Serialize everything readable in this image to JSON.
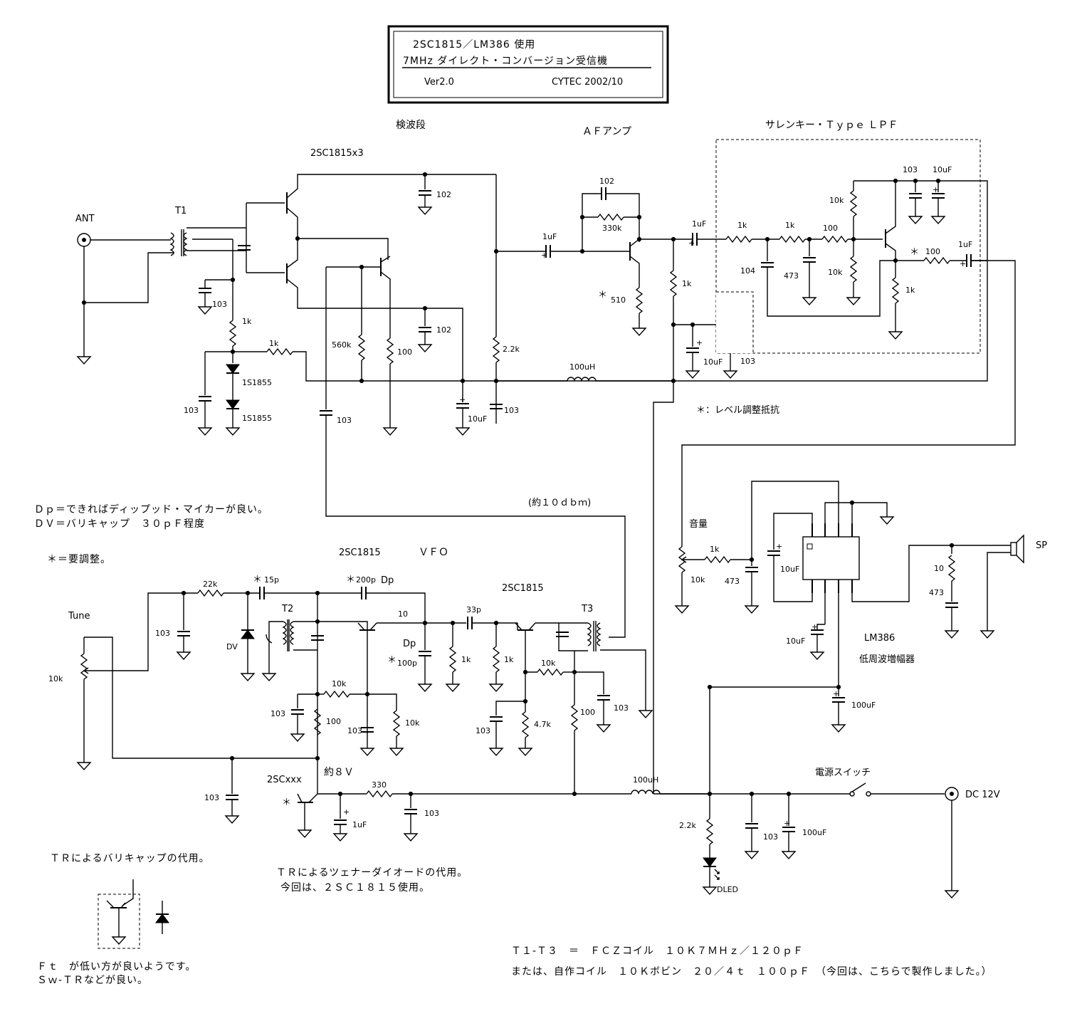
{
  "title_box": {
    "line1": "2SC1815／LM386 使用",
    "line2": "7MHz ダイレクト・コンバージョン受信機",
    "version": "Ver2.0",
    "author_date": "CYTEC  2002/10"
  },
  "sections": {
    "detector": "検波段",
    "detector_tr": "2SC1815x3",
    "af_amp": "ＡＦアンプ",
    "lpf": "サレンキー・Ｔｙｐｅ ＬＰＦ",
    "vfo": "ＶＦＯ",
    "vfo_tr": "2SC1815",
    "buffer_tr": "2SC1815",
    "lm386": "LM386",
    "lm386_desc": "低周波増幅器"
  },
  "labels": {
    "ant": "ANT",
    "t1": "T1",
    "t2": "T2",
    "t3": "T3",
    "tune": "Tune",
    "volume": "音量",
    "sp": "SP",
    "dc": "DC 12V",
    "power_switch": "電源スイッチ",
    "approx_8v": "約８Ｖ",
    "approx_10dbm": "(約１０ｄｂｍ)",
    "two_scxxx": "2SCxxx",
    "dv": "DV",
    "dp": "Dp",
    "d_led": "DLED",
    "level_note": "＊：レベル調整抵抗"
  },
  "components": {
    "c102_a": "102",
    "c102_b": "102",
    "c102_af": "102",
    "r330k": "330k",
    "r510": "510",
    "r1k_af": "1k",
    "c1uf_a": "1uF",
    "c1uf_b": "1uF",
    "c1uf_c": "1uF",
    "c103_t1": "103",
    "r1k_t1": "1k",
    "r1k_h": "1k",
    "d1": "1S1855",
    "d2": "1S1855",
    "c103_d": "103",
    "r560k": "560k",
    "r100_det": "100",
    "r2_2k": "2.2k",
    "c10uf_det": "10uF",
    "c103_det": "103",
    "c103_vfo": "103",
    "l100uh_a": "100uH",
    "l100uh_b": "100uH",
    "c10uf_af": "10uF",
    "c103_af": "103",
    "lpf_r1": "1k",
    "lpf_r2": "1k",
    "lpf_r3": "100",
    "lpf_c104": "104",
    "lpf_c473": "473",
    "lpf_r10k_a": "10k",
    "lpf_r10k_b": "10k",
    "lpf_c103": "103",
    "lpf_c10uf": "10uF",
    "lpf_r100": "100",
    "lpf_r1k": "1k",
    "r22k": "22k",
    "c15p": "15p",
    "c200p": "200p",
    "c103_tune": "103",
    "r10k_tune": "10k",
    "r10_vfo": "10",
    "c100p": "100p",
    "c33p": "33p",
    "r1k_v1": "1k",
    "r1k_v2": "1k",
    "r10k_v": "10k",
    "r10k_v2": "10k",
    "r10k_v3": "10k",
    "c103_v1": "103",
    "c103_v2": "103",
    "r100_vfo": "100",
    "r4_7k": "4.7k",
    "c103_v3": "103",
    "r100_v2": "100",
    "c103_v4": "103",
    "c103_8v": "103",
    "r330": "330",
    "c1uf_8v": "1uF",
    "c103_8v2": "103",
    "r1k_vol": "1k",
    "r10k_vol": "10k",
    "c473_vol": "473",
    "c10uf_386": "10uF",
    "c10uf_386b": "10uF",
    "r10_sp": "10",
    "c473_sp": "473",
    "c100uf_386": "100uF",
    "r2_2k_led": "2.2k",
    "c103_pw": "103",
    "c100uf_pw": "100uF"
  },
  "asterisk_marks": [
    "＊",
    "＊",
    "＊",
    "＊",
    "＊"
  ],
  "notes": {
    "dp_note": "Ｄｐ＝できればディップッド・マイカーが良い。",
    "dv_note": "ＤＶ＝バリキャップ　３０ｐＦ程度",
    "adj_note": "＊＝要調整。",
    "tr_varicap": "ＴＲによるバリキャップの代用。",
    "ft_note1": "Ｆｔ　が低い方が良いようです。",
    "ft_note2": "Ｓｗ-ＴＲなどが良い。",
    "tr_zener1": "ＴＲによるツェナーダイオードの代用。",
    "tr_zener2": "今回は、２ＳＣ１８１５使用。",
    "coil_note1": "Ｔ１-Ｔ３　＝　ＦＣＺコイル　１０Ｋ７ＭＨｚ／１２０ｐＦ",
    "coil_note2": "または、自作コイル　１０Ｋボビン　２０／４ｔ　１００ｐＦ　（今回は、こちらで製作しました。）"
  }
}
